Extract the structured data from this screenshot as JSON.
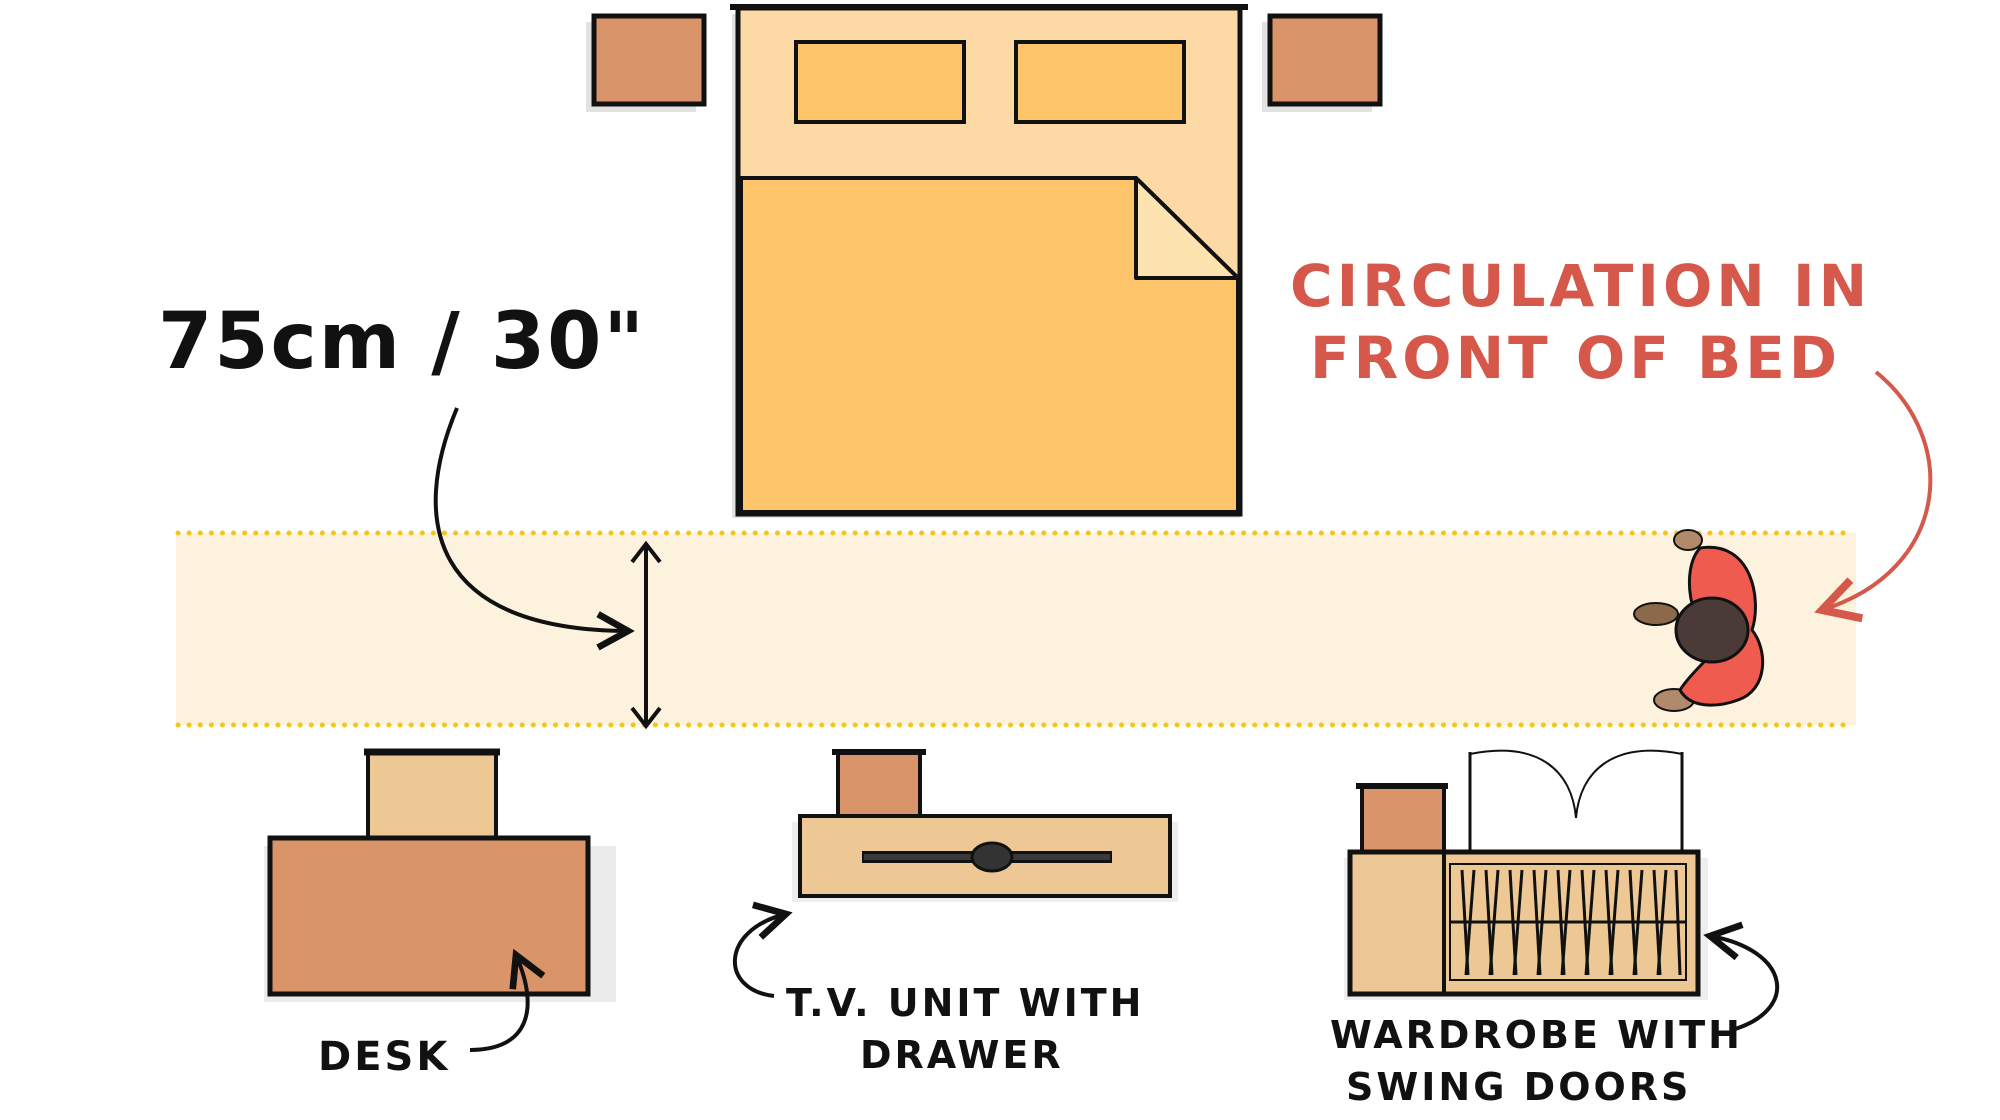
{
  "dimension": {
    "text": "75cm / 30\""
  },
  "circulation": {
    "line1": "CIRCULATION IN",
    "line2": "FRONT OF BED"
  },
  "labels": {
    "desk": "DESK",
    "tv_line1": "T.V. UNIT WITH",
    "tv_line2": "DRAWER",
    "wardrobe_line1": "WARDROBE WITH",
    "wardrobe_line2": "SWING DOORS"
  },
  "colors": {
    "ink": "#111111",
    "accent_red": "#d5584a",
    "nightstand": "#d9946a",
    "bed_frame": "#fdd9a5",
    "pillow": "#fdc46a",
    "duvet": "#fdc46a",
    "circulation_zone": "#fdf2de",
    "dots": "#f5c518",
    "desk_top": "#d9946a",
    "chair": "#eec894",
    "tv_unit": "#eec894",
    "cabinet": "#d9946a",
    "wardrobe": "#eec894",
    "person_body": "#ef5b4f",
    "person_head": "#4a3b36"
  }
}
